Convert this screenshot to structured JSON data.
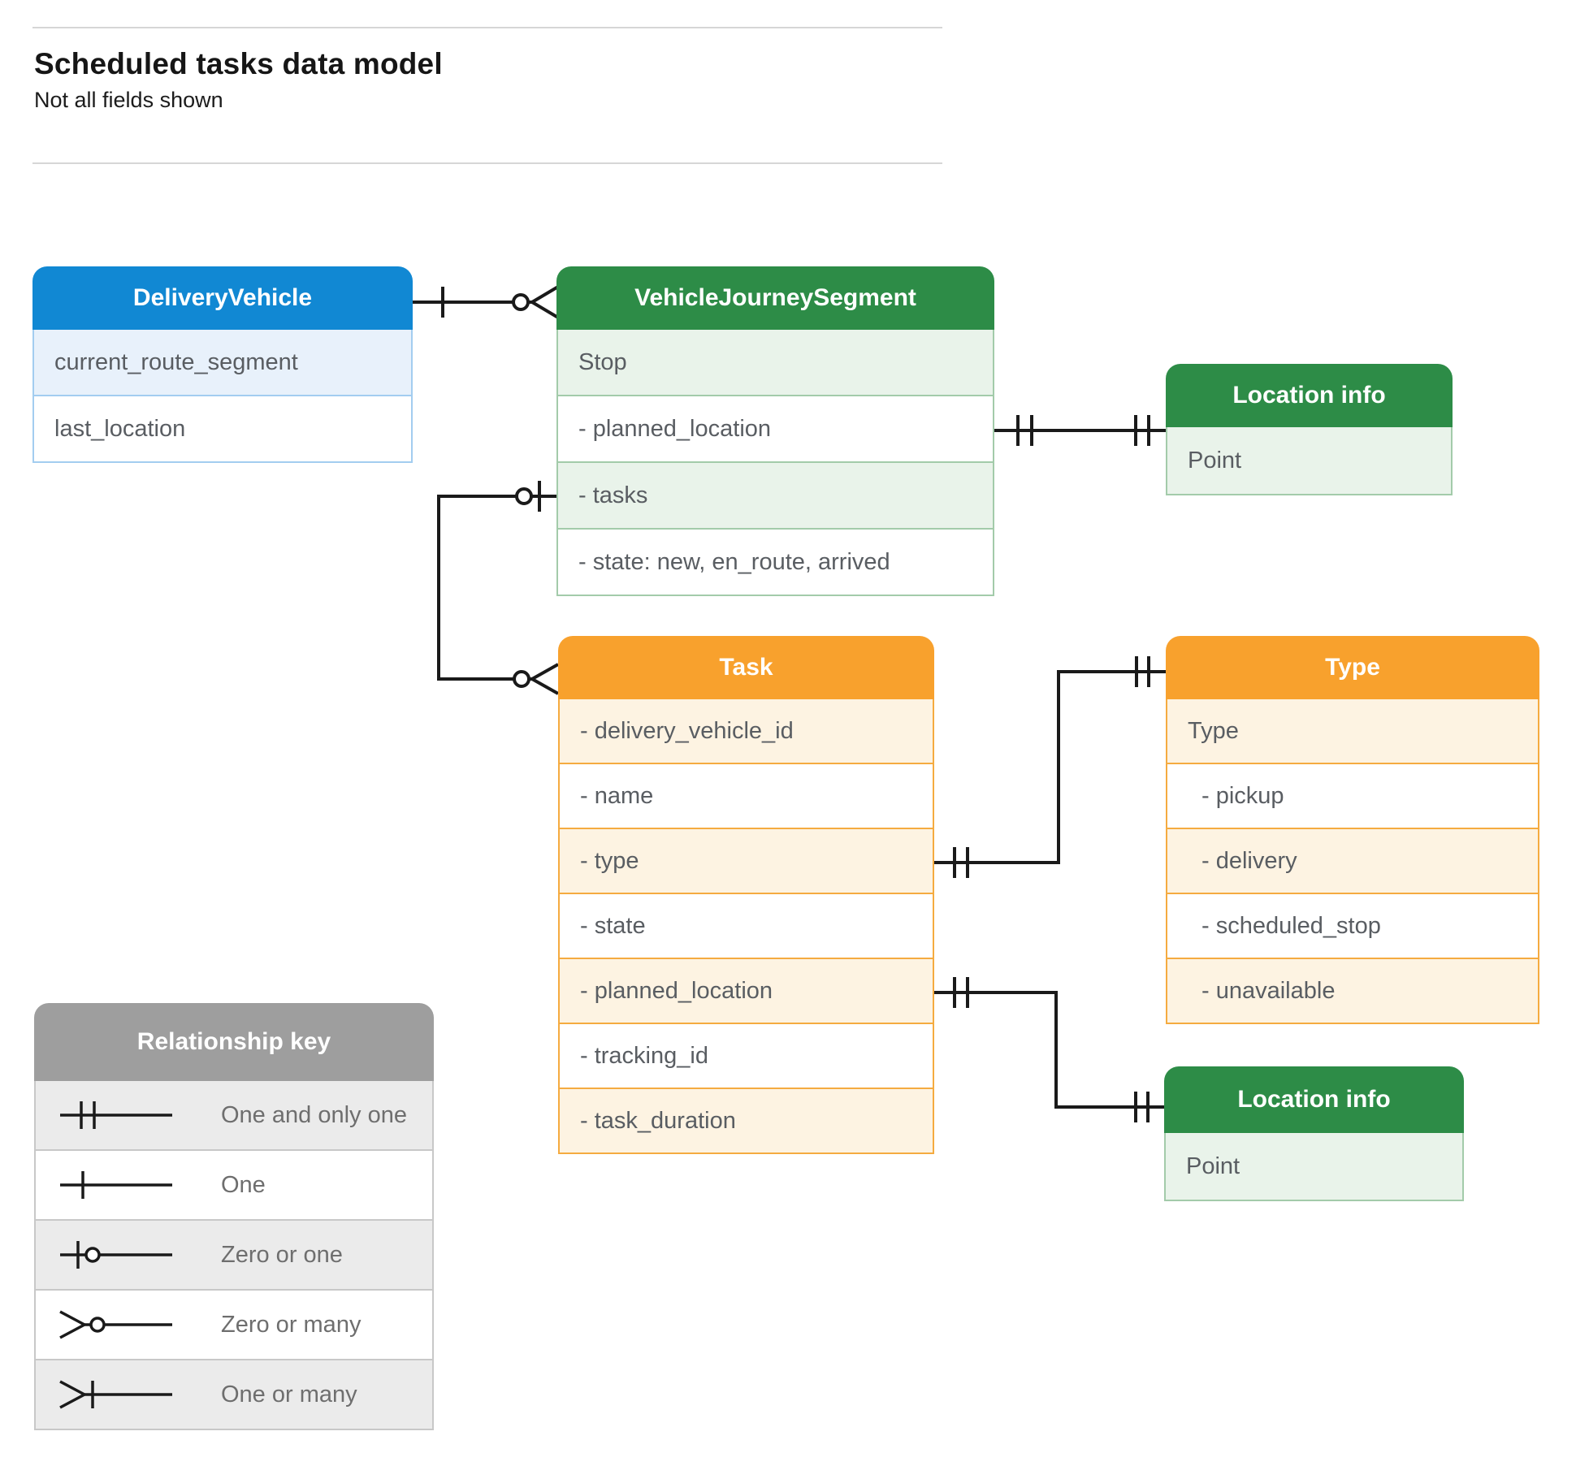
{
  "page": {
    "title": "Scheduled tasks data model",
    "subtitle": "Not all fields shown"
  },
  "colors": {
    "blue_header": "#1188d3",
    "blue_row": "#e8f1fb",
    "green_header": "#2d8c47",
    "green_row": "#e9f3ea",
    "orange_header": "#f8a12d",
    "orange_row": "#fdf3e2",
    "gray_header": "#9e9e9e",
    "gray_row": "#ebebeb",
    "connector": "#1a1a1a"
  },
  "tables": {
    "delivery_vehicle": {
      "title": "DeliveryVehicle",
      "rows": [
        "current_route_segment",
        "last_location"
      ]
    },
    "vehicle_journey_segment": {
      "title": "VehicleJourneySegment",
      "rows": [
        "Stop",
        "- planned_location",
        "- tasks",
        "- state: new, en_route, arrived"
      ]
    },
    "location_info_top": {
      "title": "Location info",
      "rows": [
        "Point"
      ]
    },
    "task": {
      "title": "Task",
      "rows": [
        "- delivery_vehicle_id",
        "- name",
        "- type",
        "- state",
        "- planned_location",
        "- tracking_id",
        "- task_duration"
      ]
    },
    "type": {
      "title": "Type",
      "rows": [
        "Type",
        "- pickup",
        "- delivery",
        "- scheduled_stop",
        "- unavailable"
      ]
    },
    "location_info_bottom": {
      "title": "Location info",
      "rows": [
        "Point"
      ]
    }
  },
  "legend": {
    "title": "Relationship key",
    "items": [
      "One and only one",
      "One",
      "Zero or one",
      "Zero or many",
      "One or many"
    ]
  }
}
